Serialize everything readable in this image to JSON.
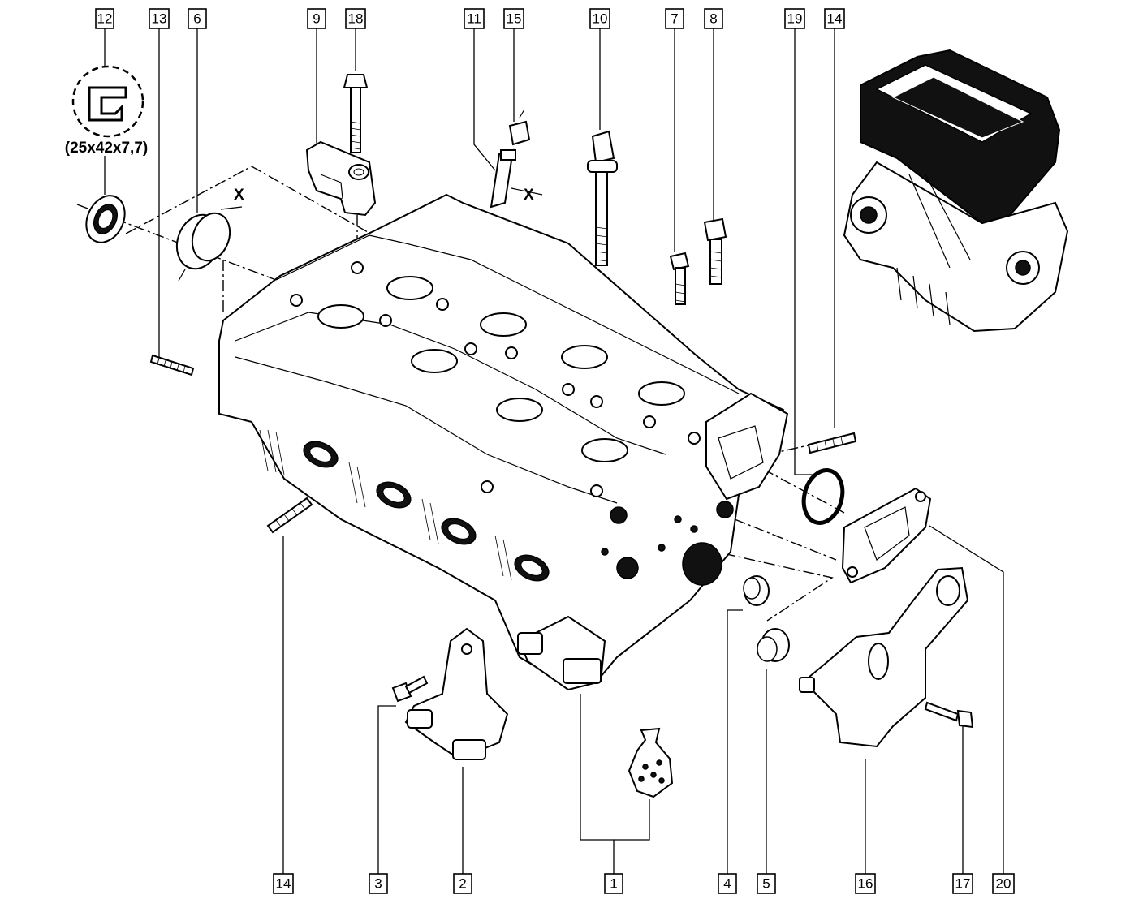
{
  "callouts_top": [
    "12",
    "13",
    "6",
    "9",
    "18",
    "11",
    "15",
    "10",
    "7",
    "8",
    "19",
    "14"
  ],
  "callouts_bottom": [
    "14",
    "3",
    "2",
    "1",
    "4",
    "5",
    "16",
    "17",
    "20"
  ],
  "seal_dimension": "(25x42x7,7)",
  "axis_marker_main": "X",
  "axis_marker_small": "X"
}
